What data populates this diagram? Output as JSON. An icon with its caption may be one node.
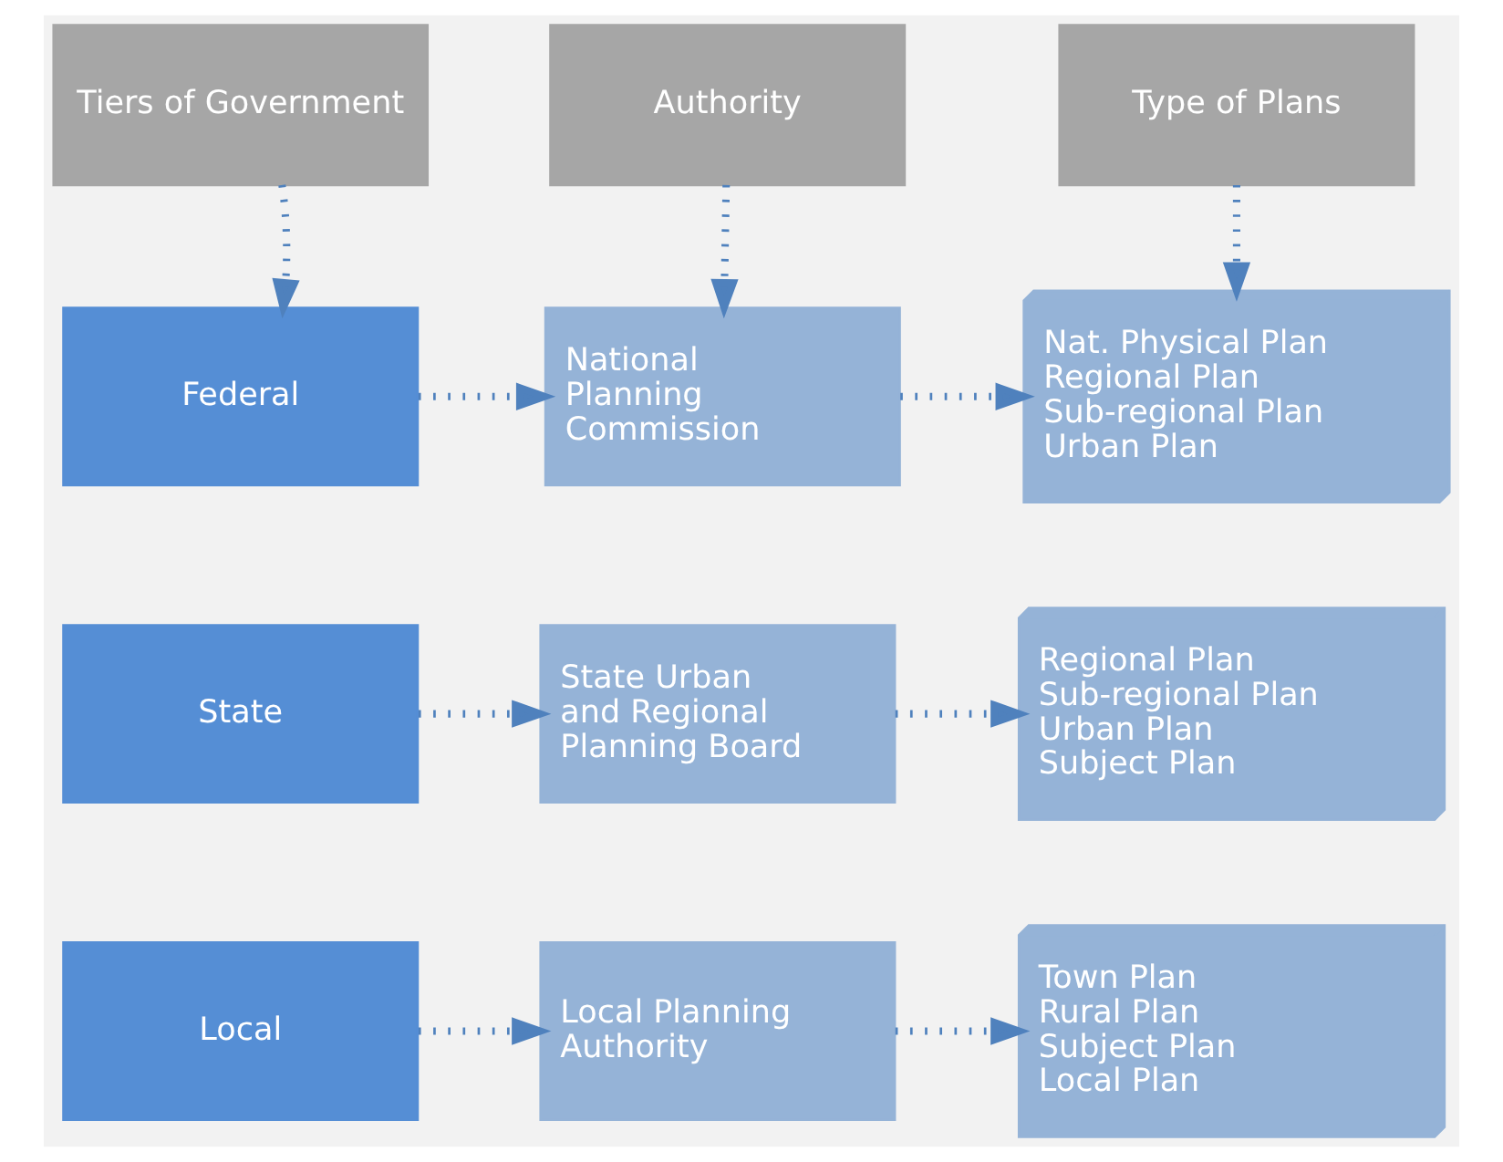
{
  "diagram": {
    "nodes": [
      {
        "text": [
          "Tiers of Government"
        ]
      },
      {
        "text": [
          "Authority"
        ]
      },
      {
        "text": [
          "Type of Plans"
        ]
      },
      {
        "text": [
          "Federal"
        ]
      },
      {
        "text": [
          "National Planning Commission"
        ]
      },
      {
        "text": [
          "Nat. Physical Plan",
          "Regional Plan",
          "Sub-regional Plan",
          "Urban Plan"
        ]
      },
      {
        "text": [
          "State"
        ]
      },
      {
        "text": [
          "State Urban and Regional Planning Board"
        ]
      },
      {
        "text": [
          "Regional Plan",
          "Sub-regional Plan",
          "Urban Plan",
          "Subject Plan"
        ]
      },
      {
        "text": [
          "Local"
        ]
      },
      {
        "text": [
          "Local Planning Authority"
        ]
      },
      {
        "text": [
          "Town Plan",
          "Rural Plan",
          "Subject Plan",
          "Local Plan"
        ]
      }
    ],
    "edges": [
      {
        "from": 0,
        "to": 3,
        "arrow": "to",
        "style": "dashed"
      },
      {
        "from": 1,
        "to": 4,
        "arrow": "to",
        "style": "dashed"
      },
      {
        "from": 2,
        "to": 5,
        "arrow": "to",
        "style": "dashed"
      },
      {
        "from": 3,
        "to": 4,
        "arrow": "to",
        "style": "dashed"
      },
      {
        "from": 4,
        "to": 5,
        "arrow": "to",
        "style": "dashed"
      },
      {
        "from": 6,
        "to": 7,
        "arrow": "to",
        "style": "dashed"
      },
      {
        "from": 7,
        "to": 8,
        "arrow": "to",
        "style": "dashed"
      },
      {
        "from": 9,
        "to": 10,
        "arrow": "to",
        "style": "dashed"
      },
      {
        "from": 10,
        "to": 11,
        "arrow": "to",
        "style": "dashed"
      }
    ]
  }
}
